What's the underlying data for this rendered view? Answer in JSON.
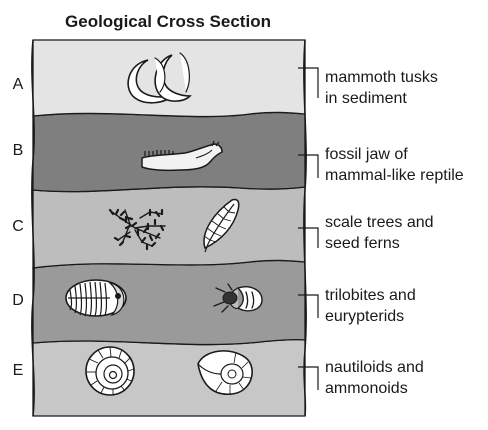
{
  "title": "Geological Cross Section",
  "colors": {
    "layer_a": "#e4e4e4",
    "layer_b": "#7f7f7f",
    "layer_c": "#bdbdbd",
    "layer_d": "#9a9a9a",
    "layer_e": "#c7c7c7",
    "outline": "#1a1a1a"
  },
  "layers": [
    {
      "letter": "A",
      "line1": "mammoth tusks",
      "line2": "in sediment",
      "icon": "mammoth-tusks-icon"
    },
    {
      "letter": "B",
      "line1": "fossil jaw of",
      "line2": "mammal-like reptile",
      "icon": "fossil-jaw-icon"
    },
    {
      "letter": "C",
      "line1": "scale trees and",
      "line2": "seed ferns",
      "icon": "scale-tree-and-seed-fern-icon"
    },
    {
      "letter": "D",
      "line1": "trilobites and",
      "line2": "eurypterids",
      "icon": "trilobite-and-eurypterid-icon"
    },
    {
      "letter": "E",
      "line1": "nautiloids and",
      "line2": "ammonoids",
      "icon": "nautiloid-and-ammonoid-icon"
    }
  ]
}
